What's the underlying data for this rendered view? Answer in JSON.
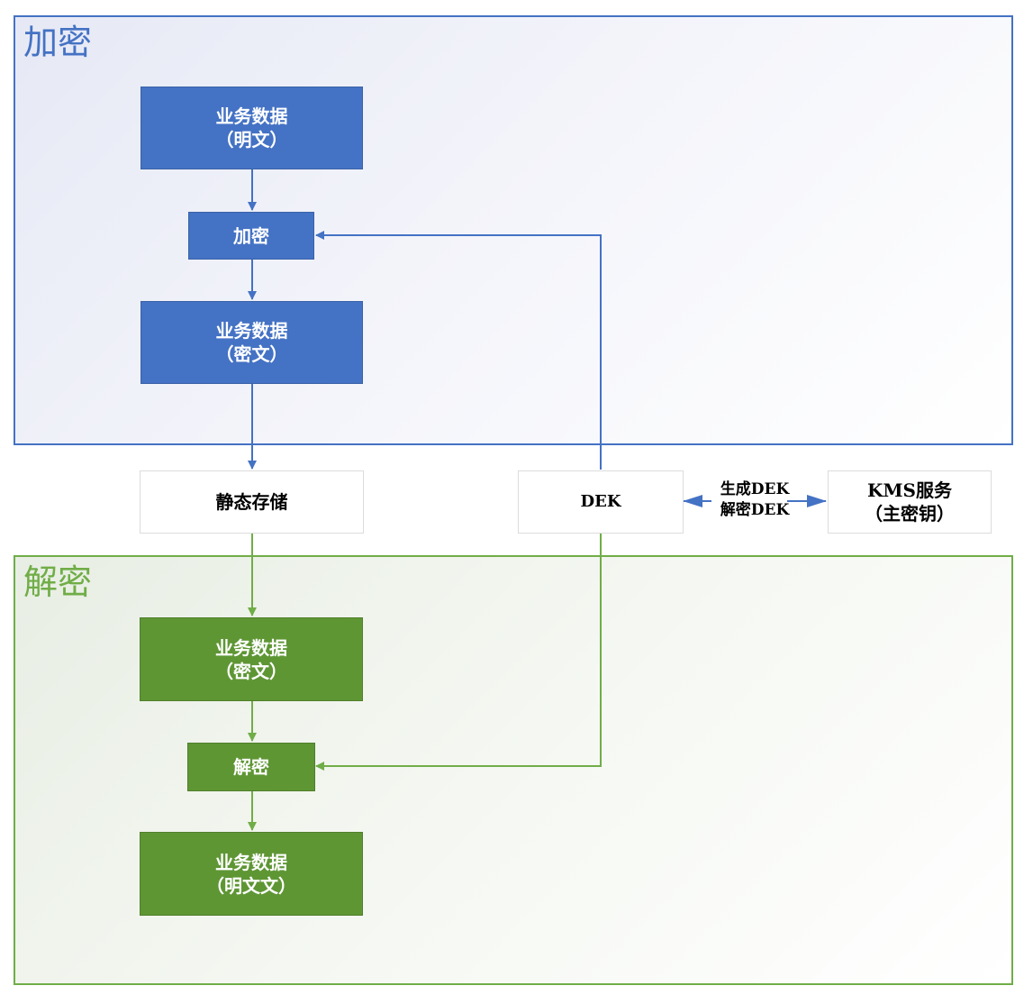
{
  "encryption": {
    "title": "加密",
    "plaintext_box": {
      "line1": "业务数据",
      "line2": "（明文）"
    },
    "encrypt_box": {
      "label": "加密"
    },
    "ciphertext_box": {
      "line1": "业务数据",
      "line2": "（密文）"
    }
  },
  "middle": {
    "storage_box": {
      "label": "静态存储"
    },
    "dek_box": {
      "label": "DEK"
    },
    "kms_box": {
      "line1": "KMS服务",
      "line2": "（主密钥）"
    },
    "dek_ops": {
      "line1": "生成DEK",
      "line2": "解密DEK"
    }
  },
  "decryption": {
    "title": "解密",
    "ciphertext_box": {
      "line1": "业务数据",
      "line2": "（密文）"
    },
    "decrypt_box": {
      "label": "解密"
    },
    "plaintext_box": {
      "line1": "业务数据",
      "line2": "（明文文）"
    }
  },
  "colors": {
    "encrypt_accent": "#4472c4",
    "decrypt_accent": "#70ad47",
    "decrypt_box_fill": "#5e9634"
  }
}
